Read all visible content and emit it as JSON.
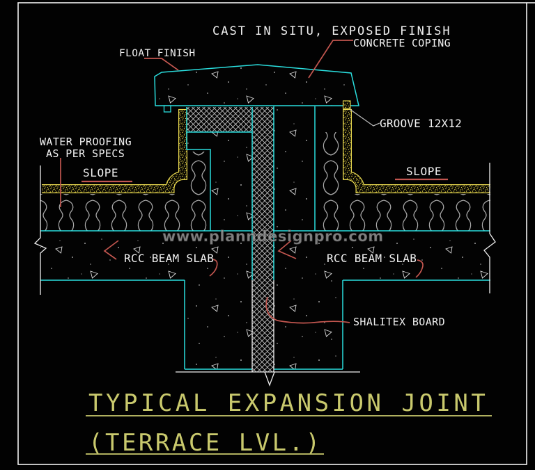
{
  "drawing": {
    "type": "CAD construction detail",
    "labels": {
      "cast_in_situ": "CAST IN SITU, EXPOSED FINISH",
      "concrete_coping": "CONCRETE COPING",
      "float_finish": "FLOAT FINISH",
      "groove": "GROOVE 12X12",
      "waterproofing_1": "WATER PROOFING",
      "waterproofing_2": "AS PER SPECS",
      "slope_left": "SLOPE",
      "slope_right": "SLOPE",
      "rcc_beam_slab_left": "RCC BEAM SLAB",
      "rcc_beam_slab_right": "RCC BEAM SLAB",
      "shalitex_board": "SHALITEX BOARD"
    },
    "watermark": "www.planndesignpro.com",
    "title": {
      "line1": "TYPICAL EXPANSION JOINT",
      "line2": "(TERRACE LVL.)"
    },
    "colors": {
      "background": "#000000",
      "outline_cyan": "#2adede",
      "line_white": "#f0f0f0",
      "membrane_yellow": "#e9d94f",
      "leader_red": "#c2564f",
      "leader_gray": "#b5b5b5",
      "coba_gray": "#a8a8a8",
      "title_khaki": "#c9c96d",
      "watermark_gray": "#9b9b9b",
      "text_white": "#f0f0f0"
    }
  }
}
